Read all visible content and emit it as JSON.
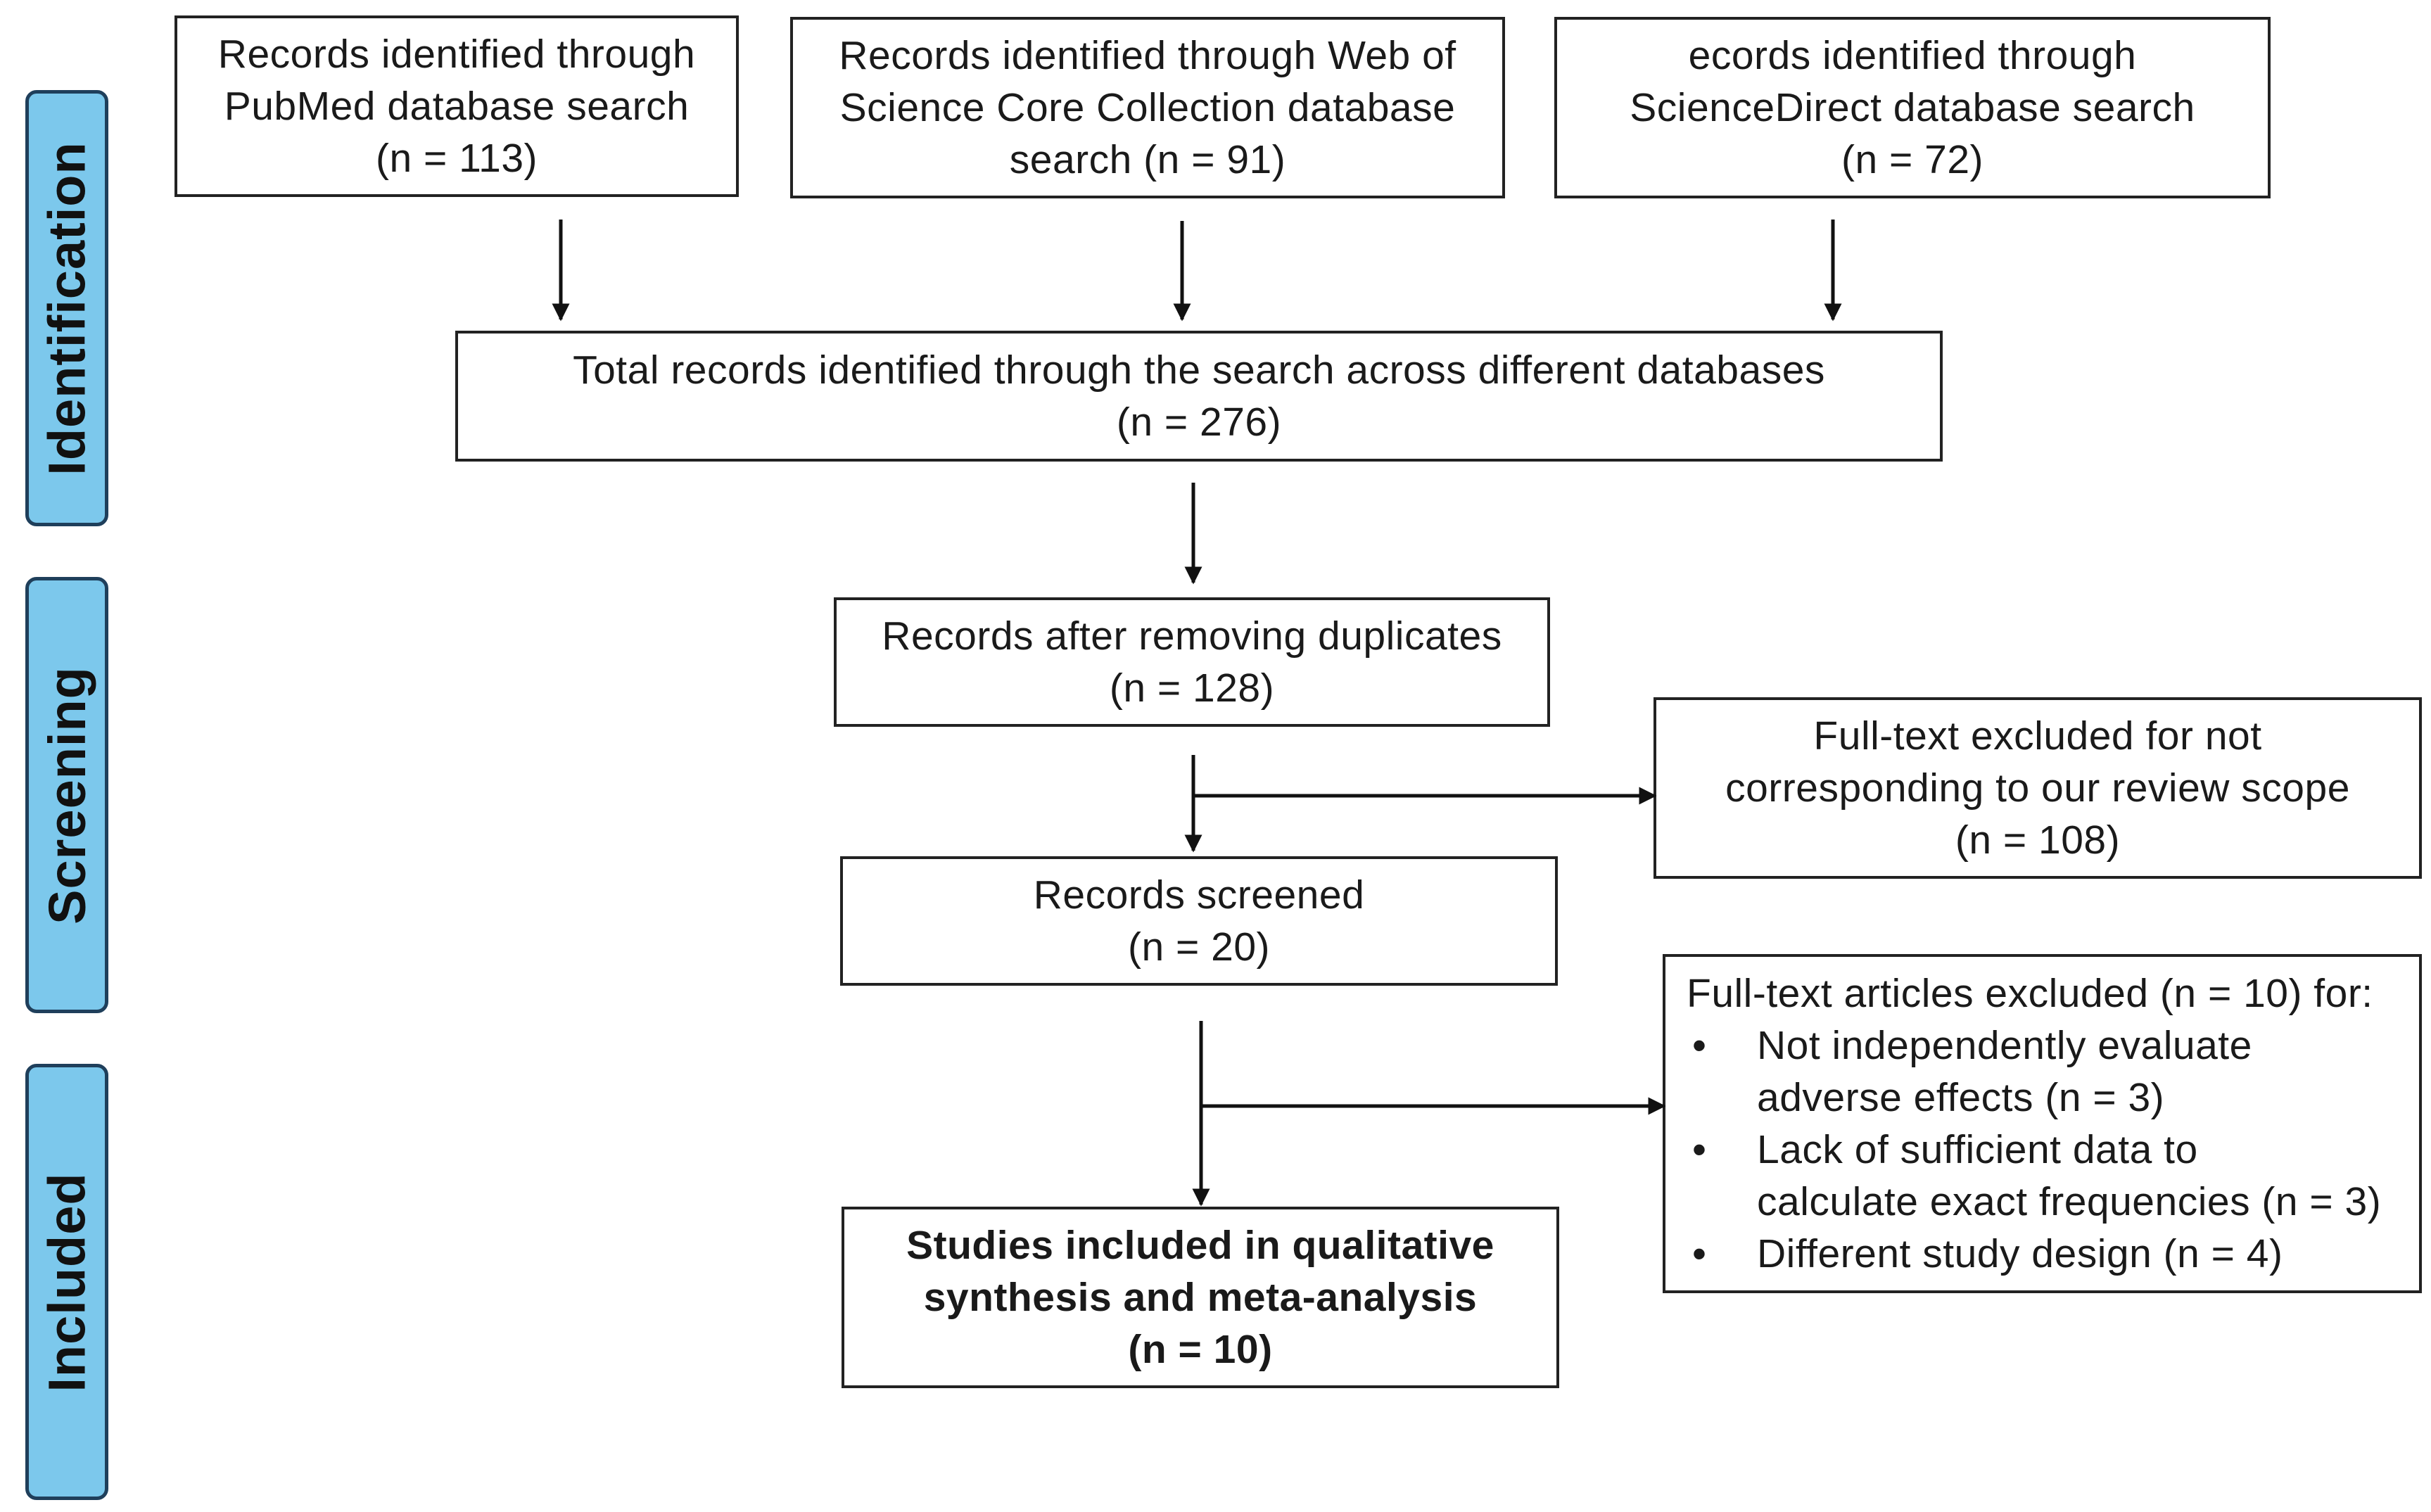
{
  "colors": {
    "phase_fill": "#7cc8ec",
    "phase_border": "#1f3f5b",
    "box_border": "#222222",
    "arrow": "#111111"
  },
  "phases": {
    "identification": "Identification",
    "screening": "Screening",
    "included": "Included"
  },
  "boxes": {
    "pubmed": [
      "Records identified through",
      "PubMed database search",
      "(n = 113)"
    ],
    "wos": [
      "Records identified through Web of",
      "Science Core Collection database",
      "search (n = 91)"
    ],
    "sciencedirect": [
      "ecords identified through",
      "ScienceDirect database search",
      "(n = 72)"
    ],
    "total": [
      "Total records identified through the search across different databases",
      "(n = 276)"
    ],
    "dedup": [
      "Records after removing duplicates",
      "(n = 128)"
    ],
    "excluded_scope": [
      "Full-text excluded for not",
      "corresponding to our review scope",
      "(n = 108)"
    ],
    "screened": [
      "Records screened",
      "(n = 20)"
    ],
    "included": [
      "Studies included in qualitative",
      "synthesis and meta-analysis",
      "(n = 10)"
    ]
  },
  "excluded_articles": {
    "heading": "Full-text articles excluded (n = 10) for:",
    "bullet": "•",
    "items": [
      [
        "Not independently evaluate",
        "adverse effects (n = 3)"
      ],
      [
        "Lack of sufficient data to",
        "calculate exact frequencies (n = 3)"
      ],
      [
        "Different study design (n = 4)"
      ]
    ]
  }
}
